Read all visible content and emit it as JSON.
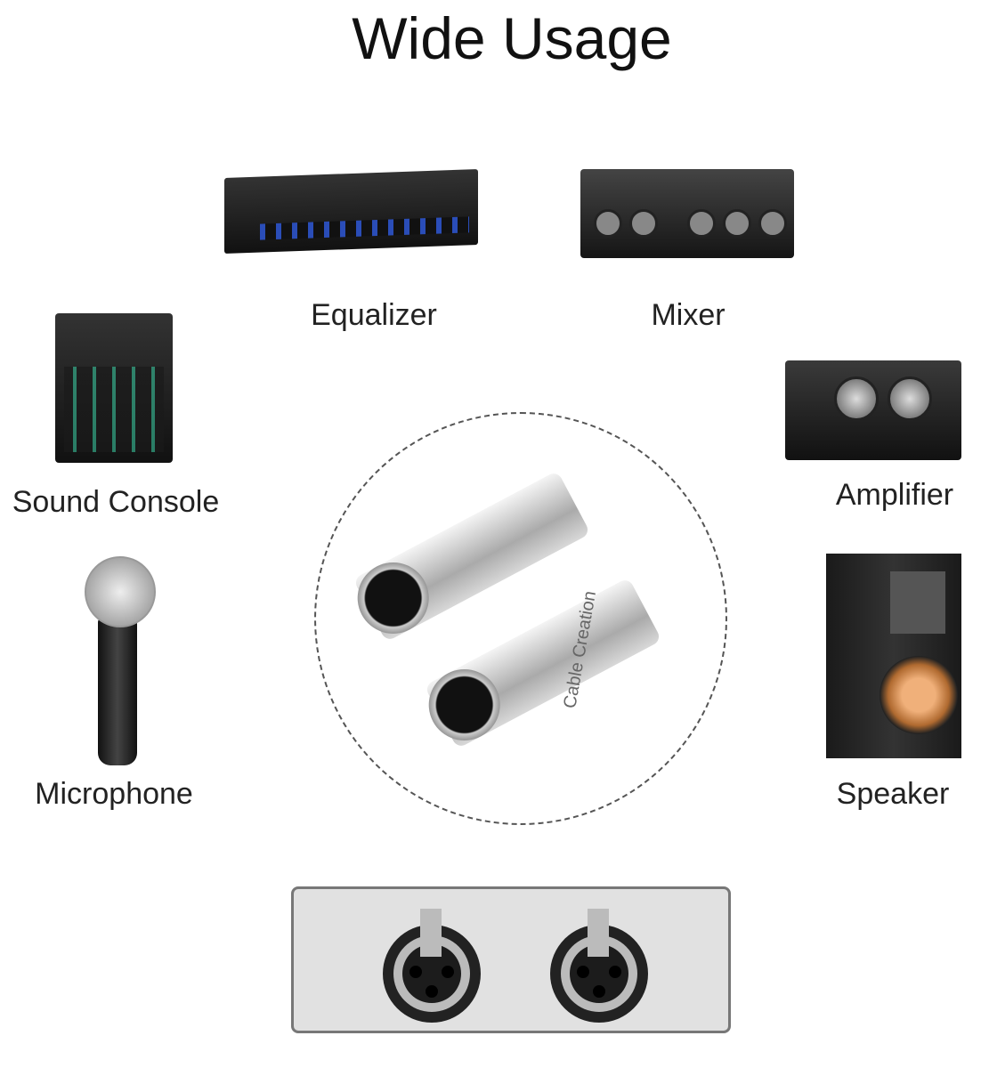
{
  "title": "Wide Usage",
  "items": [
    {
      "label": "Equalizer"
    },
    {
      "label": "Mixer"
    },
    {
      "label": "Sound Console"
    },
    {
      "label": "Amplifier"
    },
    {
      "label": "Microphone"
    },
    {
      "label": "Speaker"
    }
  ],
  "product": {
    "brand": "Cable Creation"
  },
  "colors": {
    "accent_text": "#222222",
    "panel_bg": "#e1e1e1"
  }
}
